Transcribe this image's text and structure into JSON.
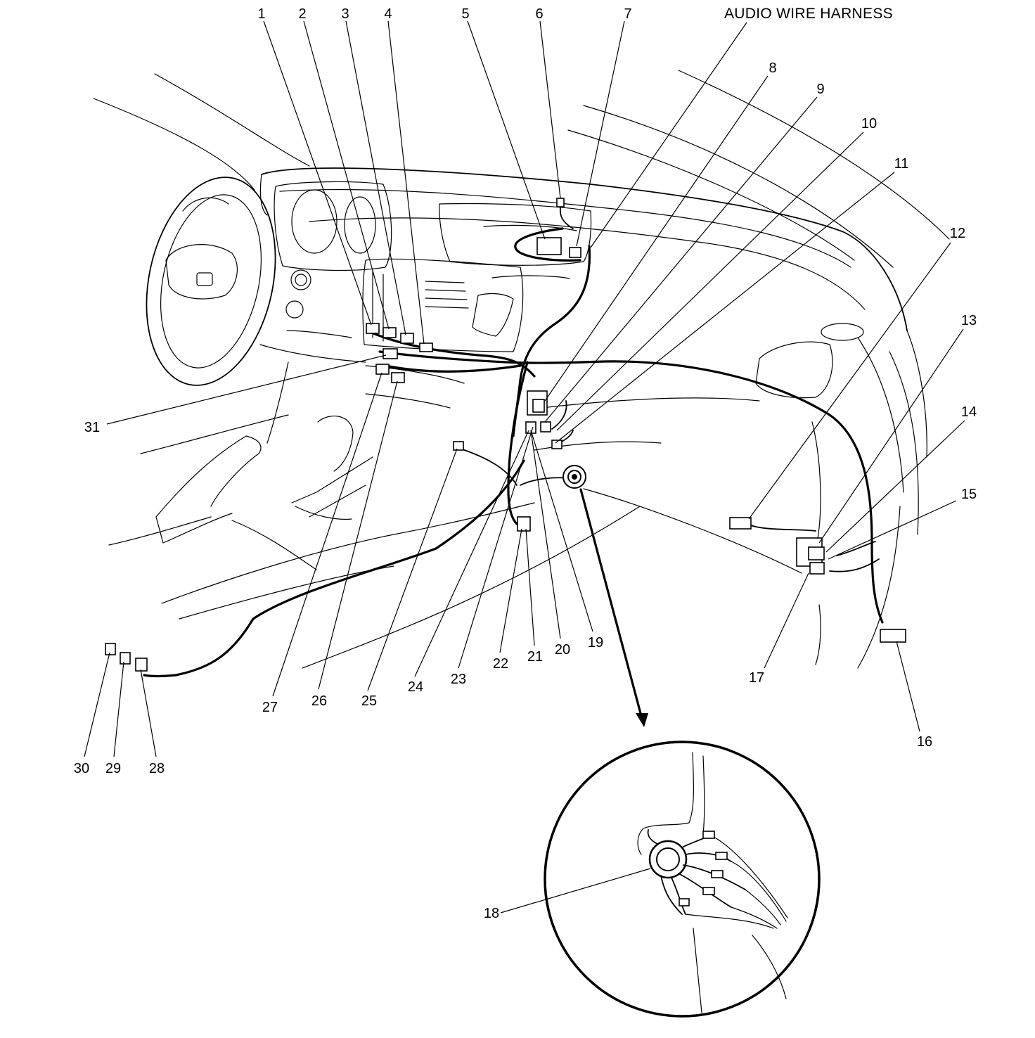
{
  "diagram": {
    "title": "AUDIO WIRE HARNESS",
    "callouts": [
      {
        "id": "1",
        "label": "1"
      },
      {
        "id": "2",
        "label": "2"
      },
      {
        "id": "3",
        "label": "3"
      },
      {
        "id": "4",
        "label": "4"
      },
      {
        "id": "5",
        "label": "5"
      },
      {
        "id": "6",
        "label": "6"
      },
      {
        "id": "7",
        "label": "7"
      },
      {
        "id": "8",
        "label": "8"
      },
      {
        "id": "9",
        "label": "9"
      },
      {
        "id": "10",
        "label": "10"
      },
      {
        "id": "11",
        "label": "11"
      },
      {
        "id": "12",
        "label": "12"
      },
      {
        "id": "13",
        "label": "13"
      },
      {
        "id": "14",
        "label": "14"
      },
      {
        "id": "15",
        "label": "15"
      },
      {
        "id": "16",
        "label": "16"
      },
      {
        "id": "17",
        "label": "17"
      },
      {
        "id": "18",
        "label": "18"
      },
      {
        "id": "19",
        "label": "19"
      },
      {
        "id": "20",
        "label": "20"
      },
      {
        "id": "21",
        "label": "21"
      },
      {
        "id": "22",
        "label": "22"
      },
      {
        "id": "23",
        "label": "23"
      },
      {
        "id": "24",
        "label": "24"
      },
      {
        "id": "25",
        "label": "25"
      },
      {
        "id": "26",
        "label": "26"
      },
      {
        "id": "27",
        "label": "27"
      },
      {
        "id": "28",
        "label": "28"
      },
      {
        "id": "29",
        "label": "29"
      },
      {
        "id": "30",
        "label": "30"
      },
      {
        "id": "31",
        "label": "31"
      }
    ]
  }
}
